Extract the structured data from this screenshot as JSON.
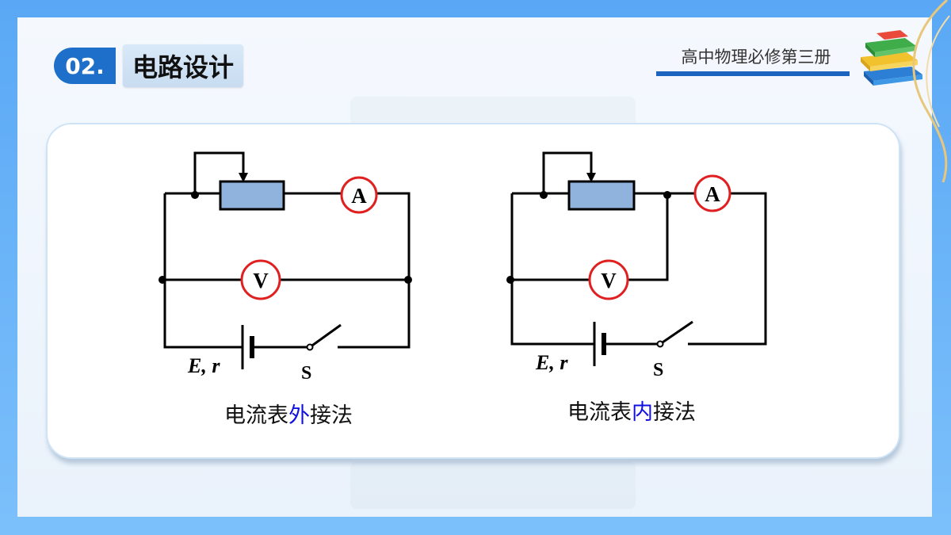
{
  "section": {
    "number": "02.",
    "title": "电路设计"
  },
  "header": {
    "book_title": "高中物理必修第三册"
  },
  "diagrams": [
    {
      "ammeter": "A",
      "voltmeter": "V",
      "source": "E, r",
      "switch": "S",
      "caption": {
        "before": "电流表",
        "highlight": "外",
        "after": "接法"
      }
    },
    {
      "ammeter": "A",
      "voltmeter": "V",
      "source": "E, r",
      "switch": "S",
      "caption": {
        "before": "电流表",
        "highlight": "内",
        "after": "接法"
      }
    }
  ],
  "colors": {
    "accent": "#1e6fc9",
    "meter_ring": "#e02020",
    "resistor_fill": "#8fb3dc",
    "highlight_text": "#1010e0"
  }
}
